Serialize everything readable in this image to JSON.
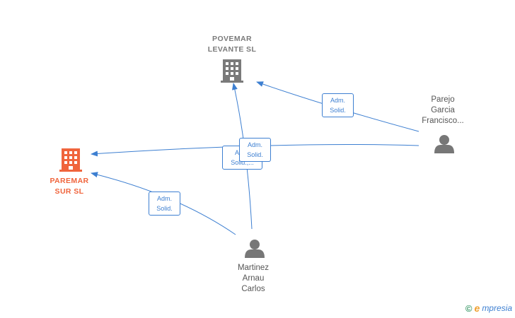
{
  "nodes": {
    "povemar": {
      "label": "POVEMAR\nLEVANTE  SL",
      "color": "#7a7a7a"
    },
    "paremar": {
      "label": "PAREMAR\nSUR  SL",
      "color": "#f0643c"
    },
    "parejo": {
      "label": "Parejo\nGarcia\nFrancisco..."
    },
    "martinez": {
      "label": "Martinez\nArnau\nCarlos"
    }
  },
  "relations": {
    "parejo_povemar": {
      "line1": "Adm.",
      "line2": "Solid."
    },
    "martinez_povemar": {
      "line1": "Adm.",
      "line2": "Solid."
    },
    "parejo_paremar": {
      "line1": "Adm.",
      "line2": "Solid.,..."
    },
    "martinez_paremar": {
      "line1": "Adm.",
      "line2": "Solid."
    }
  },
  "colors": {
    "edge": "#3d7fd1",
    "person": "#777777",
    "company_gray": "#7a7a7a",
    "company_orange": "#f0643c"
  },
  "footer": {
    "copyright": "©",
    "brand_initial": "e",
    "brand_rest": "mpresia"
  }
}
